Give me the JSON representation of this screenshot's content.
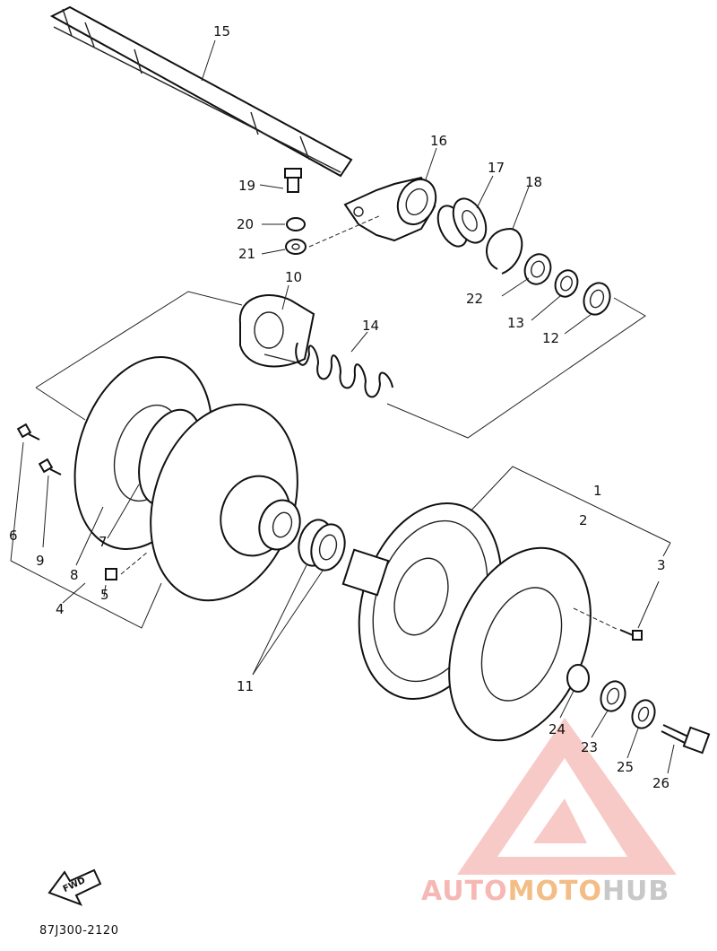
{
  "diagram": {
    "part_labels": [
      {
        "id": "p1",
        "text": "1"
      },
      {
        "id": "p2",
        "text": "2"
      },
      {
        "id": "p3",
        "text": "3"
      },
      {
        "id": "p4",
        "text": "4"
      },
      {
        "id": "p5",
        "text": "5"
      },
      {
        "id": "p6",
        "text": "6"
      },
      {
        "id": "p7",
        "text": "7"
      },
      {
        "id": "p8",
        "text": "8"
      },
      {
        "id": "p9",
        "text": "9"
      },
      {
        "id": "p10",
        "text": "10"
      },
      {
        "id": "p11",
        "text": "11"
      },
      {
        "id": "p12",
        "text": "12"
      },
      {
        "id": "p13",
        "text": "13"
      },
      {
        "id": "p14",
        "text": "14"
      },
      {
        "id": "p15",
        "text": "15"
      },
      {
        "id": "p16",
        "text": "16"
      },
      {
        "id": "p17",
        "text": "17"
      },
      {
        "id": "p18",
        "text": "18"
      },
      {
        "id": "p19",
        "text": "19"
      },
      {
        "id": "p20",
        "text": "20"
      },
      {
        "id": "p21",
        "text": "21"
      },
      {
        "id": "p22",
        "text": "22"
      },
      {
        "id": "p23",
        "text": "23"
      },
      {
        "id": "p24",
        "text": "24"
      },
      {
        "id": "p25",
        "text": "25"
      },
      {
        "id": "p26",
        "text": "26"
      }
    ],
    "fwd_label": "FWD",
    "drawing_code": "87J300-2120",
    "watermark": {
      "part1": "AUTO",
      "part2": "MOTO",
      "part3": "HUB",
      "colors": [
        "#f6b8b4",
        "#f3bd86",
        "#c8c8c8"
      ]
    }
  }
}
